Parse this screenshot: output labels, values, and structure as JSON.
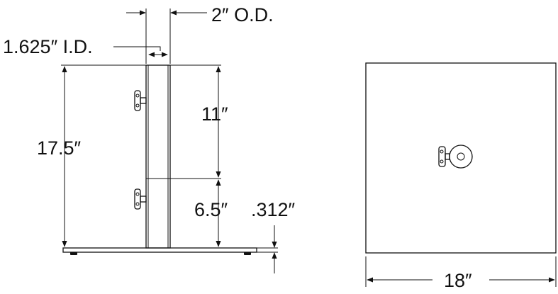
{
  "dimensions": {
    "outer_diameter": "2″ O.D.",
    "inner_diameter": "1.625″ I.D.",
    "total_height": "17.5″",
    "upper_section": "11″",
    "lower_section": "6.5″",
    "plate_thickness": ".312″",
    "plate_width": "18″"
  }
}
